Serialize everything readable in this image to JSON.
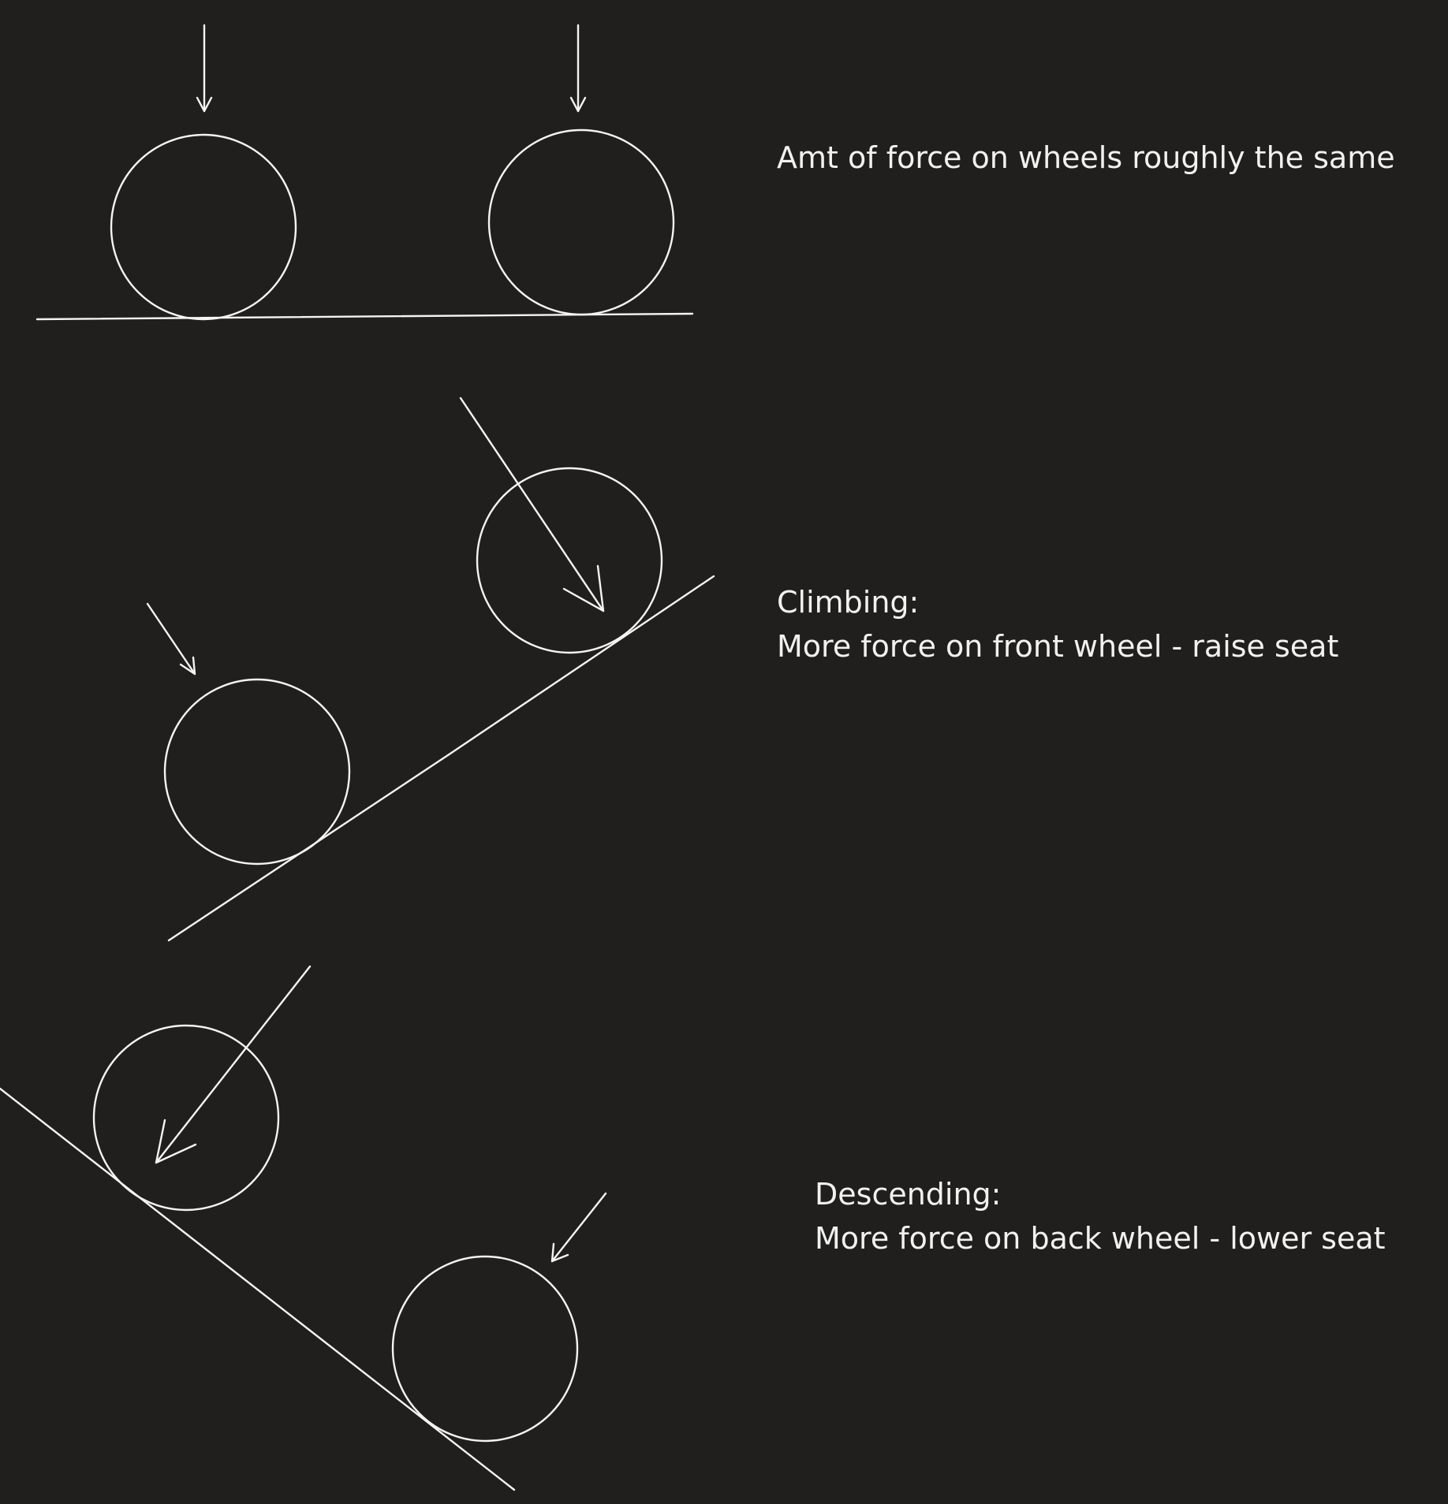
{
  "canvas": {
    "background_color": "#201f1e",
    "ink_color": "#f4f4f4",
    "text_color": "#f1f1f1"
  },
  "scenes": [
    {
      "id": "flat",
      "caption_lines": [
        "Amt of force on wheels roughly the same"
      ],
      "ground": "level",
      "force_direction": "straight down",
      "force_distribution": "equal on both wheels"
    },
    {
      "id": "climbing",
      "caption_lines": [
        "Climbing:",
        "More force on front wheel - raise seat"
      ],
      "ground": "uphill slope",
      "force_direction": "diagonal",
      "force_distribution": "larger arrow on front wheel, smaller arrow on back wheel"
    },
    {
      "id": "descending",
      "caption_lines": [
        "Descending:",
        "More force on back wheel - lower seat"
      ],
      "ground": "downhill slope",
      "force_direction": "diagonal",
      "force_distribution": "larger arrow on upper wheel, smaller arrow on lower wheel"
    }
  ]
}
